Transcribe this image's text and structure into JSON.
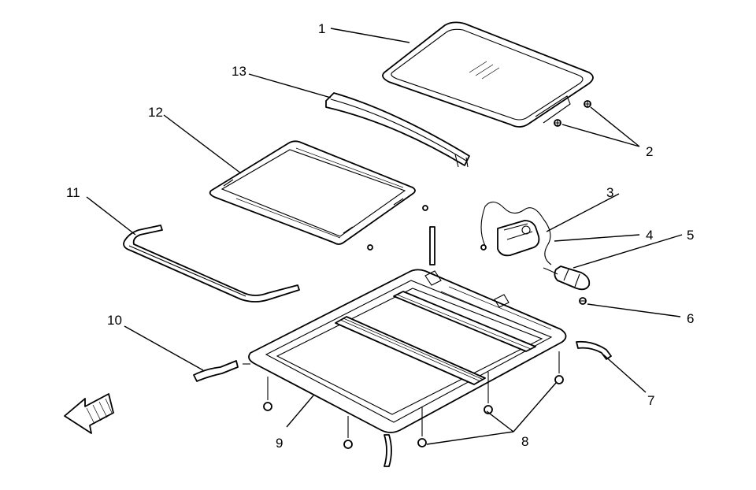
{
  "callouts": [
    {
      "id": "1",
      "label": "1"
    },
    {
      "id": "2",
      "label": "2"
    },
    {
      "id": "3",
      "label": "3"
    },
    {
      "id": "4",
      "label": "4"
    },
    {
      "id": "5",
      "label": "5"
    },
    {
      "id": "6",
      "label": "6"
    },
    {
      "id": "7",
      "label": "7"
    },
    {
      "id": "8",
      "label": "8"
    },
    {
      "id": "9",
      "label": "9"
    },
    {
      "id": "10",
      "label": "10"
    },
    {
      "id": "11",
      "label": "11"
    },
    {
      "id": "12",
      "label": "12"
    },
    {
      "id": "13",
      "label": "13"
    }
  ],
  "icons": {
    "direction_arrow": "front-direction-arrow-icon"
  }
}
